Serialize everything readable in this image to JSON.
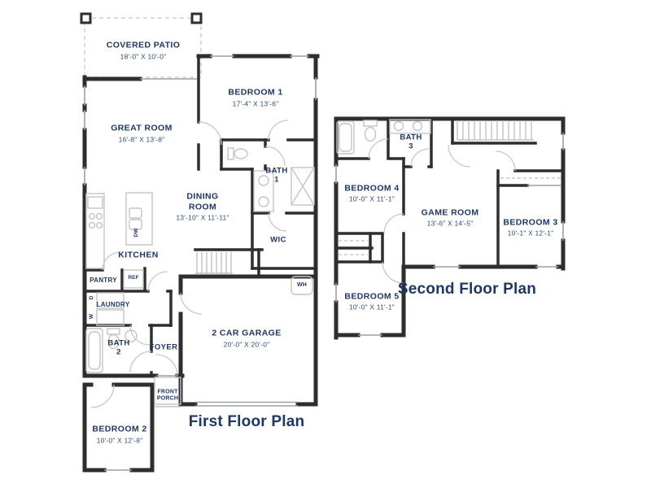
{
  "first_floor": {
    "title": "First Floor Plan",
    "rooms": {
      "covered_patio": {
        "label": "COVERED PATIO",
        "dims": "18'-0\" X 10'-0\""
      },
      "great_room": {
        "label": "GREAT ROOM",
        "dims": "16'-8\" X 13'-8\""
      },
      "bedroom_1": {
        "label": "BEDROOM 1",
        "dims": "17'-4\" X 13'-6\""
      },
      "dining_room": {
        "label": "DINING ROOM",
        "dims": "13'-10\" X 11'-11\""
      },
      "bath_1": {
        "label": "BATH 1"
      },
      "wic": {
        "label": "WIC"
      },
      "kitchen": {
        "label": "KITCHEN"
      },
      "pantry": {
        "label": "PANTRY"
      },
      "laundry": {
        "label": "LAUNDRY"
      },
      "bath_2": {
        "label": "BATH 2"
      },
      "foyer": {
        "label": "FOYER"
      },
      "front_porch": {
        "label": "FRONT PORCH"
      },
      "garage": {
        "label": "2 CAR GARAGE",
        "dims": "20'-0\" X 20'-0\""
      },
      "bedroom_2": {
        "label": "BEDROOM 2",
        "dims": "10'-0\" X 12'-8\""
      }
    },
    "appliances": {
      "ref": "REF",
      "dw": "DW",
      "dryer": "D",
      "washer": "W",
      "water_heater": "WH"
    }
  },
  "second_floor": {
    "title": "Second Floor Plan",
    "rooms": {
      "bath_3": {
        "label": "BATH 3"
      },
      "bedroom_4": {
        "label": "BEDROOM 4",
        "dims": "10'-0\" X 11'-1\""
      },
      "game_room": {
        "label": "GAME ROOM",
        "dims": "13'-6\" X 14'-5\""
      },
      "bedroom_3": {
        "label": "BEDROOM 3",
        "dims": "10'-1\" X 12'-1\""
      },
      "bedroom_5": {
        "label": "BEDROOM 5",
        "dims": "10'-0\" X 11'-1\""
      }
    }
  },
  "colors": {
    "wall": "#2e2e2e",
    "label_text": "#1e3765",
    "dims_text": "#2e4b7c",
    "fixture_line": "#c4c4c4",
    "window_line": "#9aa0a6",
    "patio_dash": "#cfcfcf"
  }
}
